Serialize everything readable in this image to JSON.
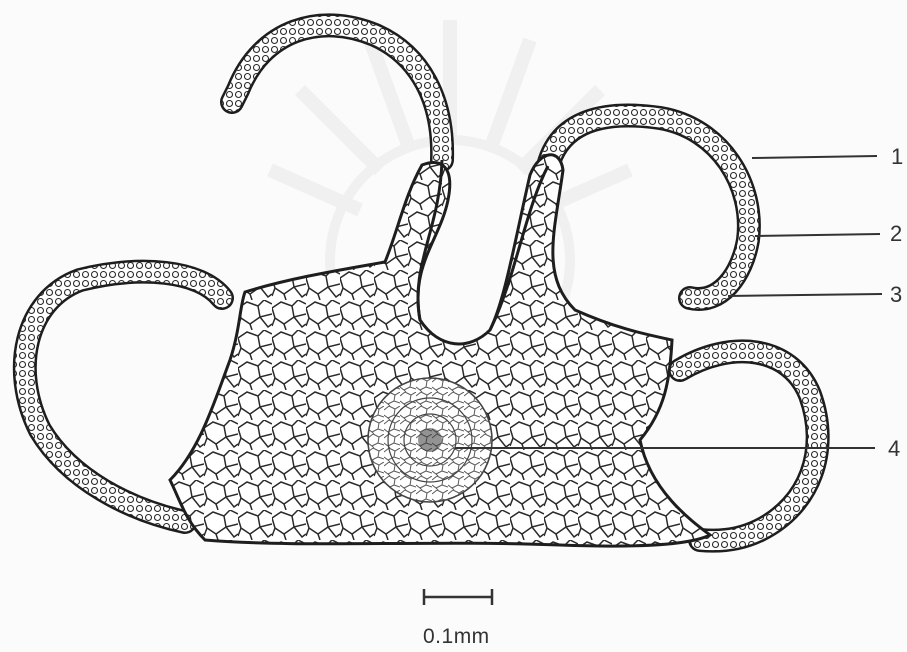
{
  "labels": {
    "l1": "1",
    "l2": "2",
    "l3": "3",
    "l4": "4"
  },
  "scale_bar": {
    "text": "0.1mm"
  },
  "colors": {
    "ink": "#1e1e1e",
    "wall": "#f2f2f2",
    "ground": "#fbfbfb"
  }
}
